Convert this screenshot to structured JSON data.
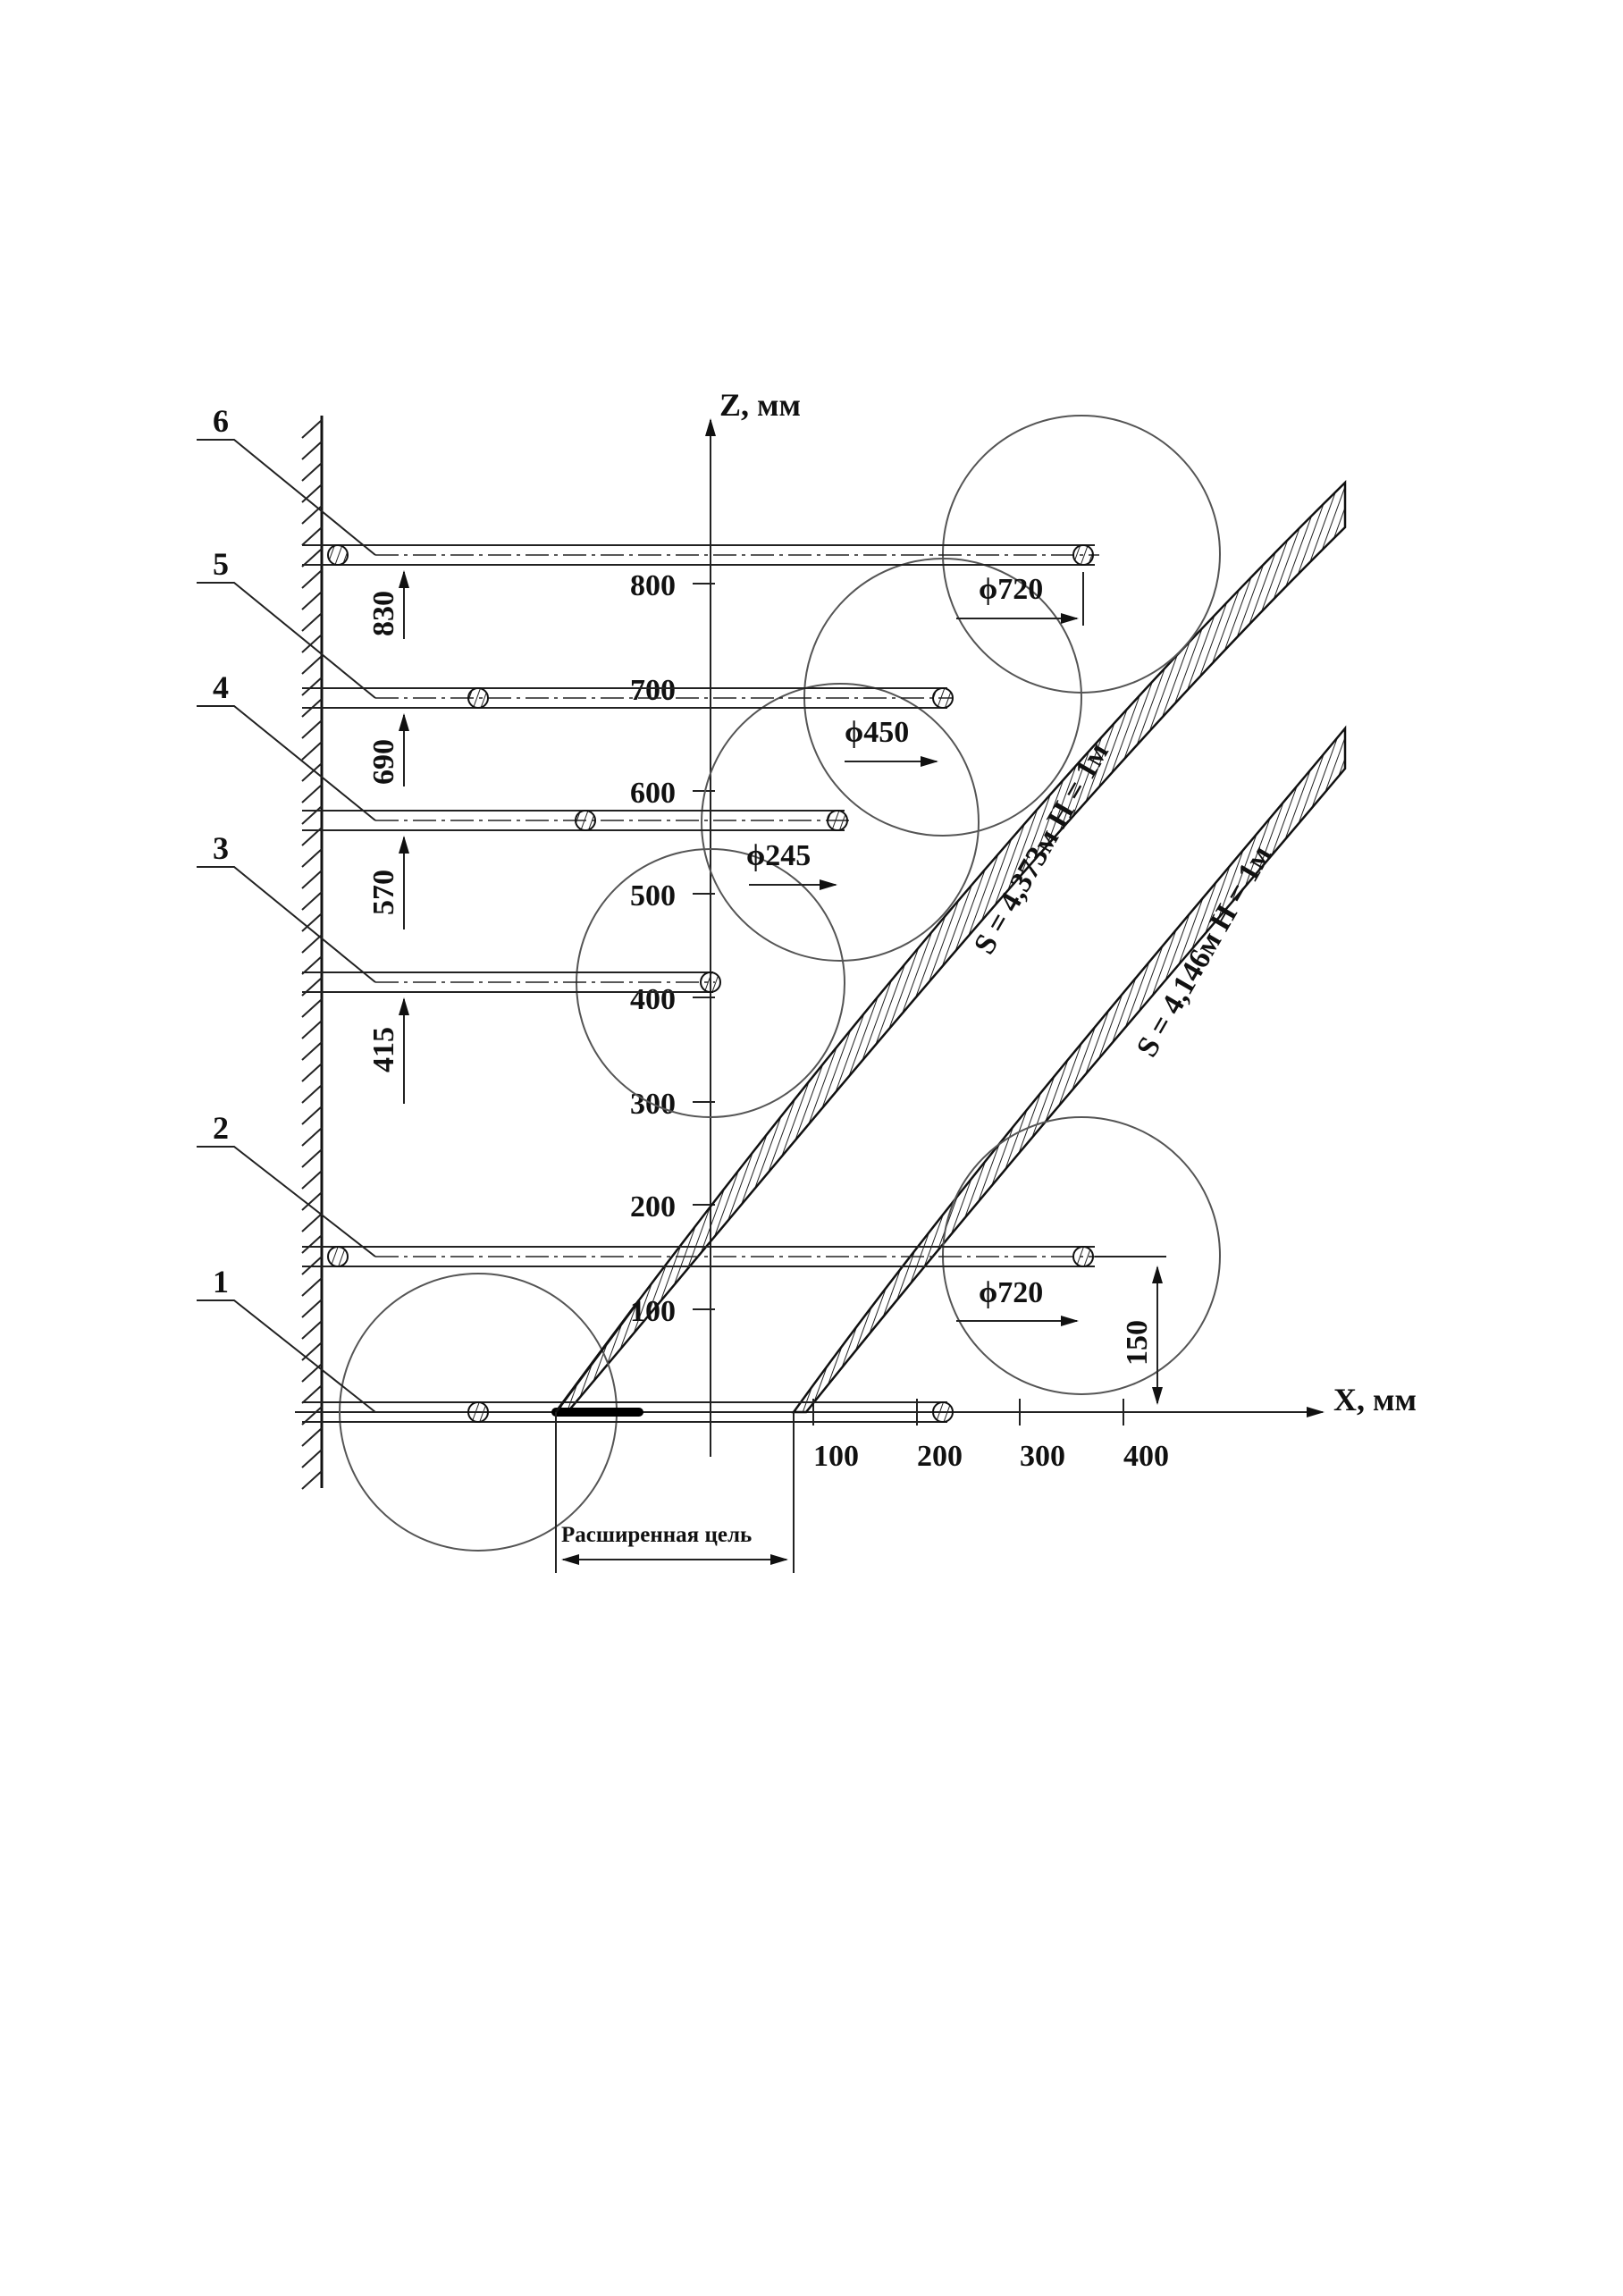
{
  "axes": {
    "z_label": "Z, мм",
    "x_label": "X, мм",
    "z_ticks": [
      "100",
      "200",
      "300",
      "400",
      "500",
      "600",
      "700",
      "800"
    ],
    "x_ticks": [
      "100",
      "200",
      "300",
      "400"
    ]
  },
  "rods": [
    {
      "number": "1",
      "height": ""
    },
    {
      "number": "2",
      "height": "150"
    },
    {
      "number": "3",
      "height": "415"
    },
    {
      "number": "4",
      "height": "570"
    },
    {
      "number": "5",
      "height": "690"
    },
    {
      "number": "6",
      "height": "830"
    }
  ],
  "diameters": {
    "d_top": "ϕ720",
    "d_450": "ϕ450",
    "d_245": "ϕ245",
    "d_bottom": "ϕ720"
  },
  "trajectories": {
    "upper": "S = 4,373м H = 1м",
    "lower": "S = 4,146м H = 1м"
  },
  "target_label": "Расширенная цель"
}
